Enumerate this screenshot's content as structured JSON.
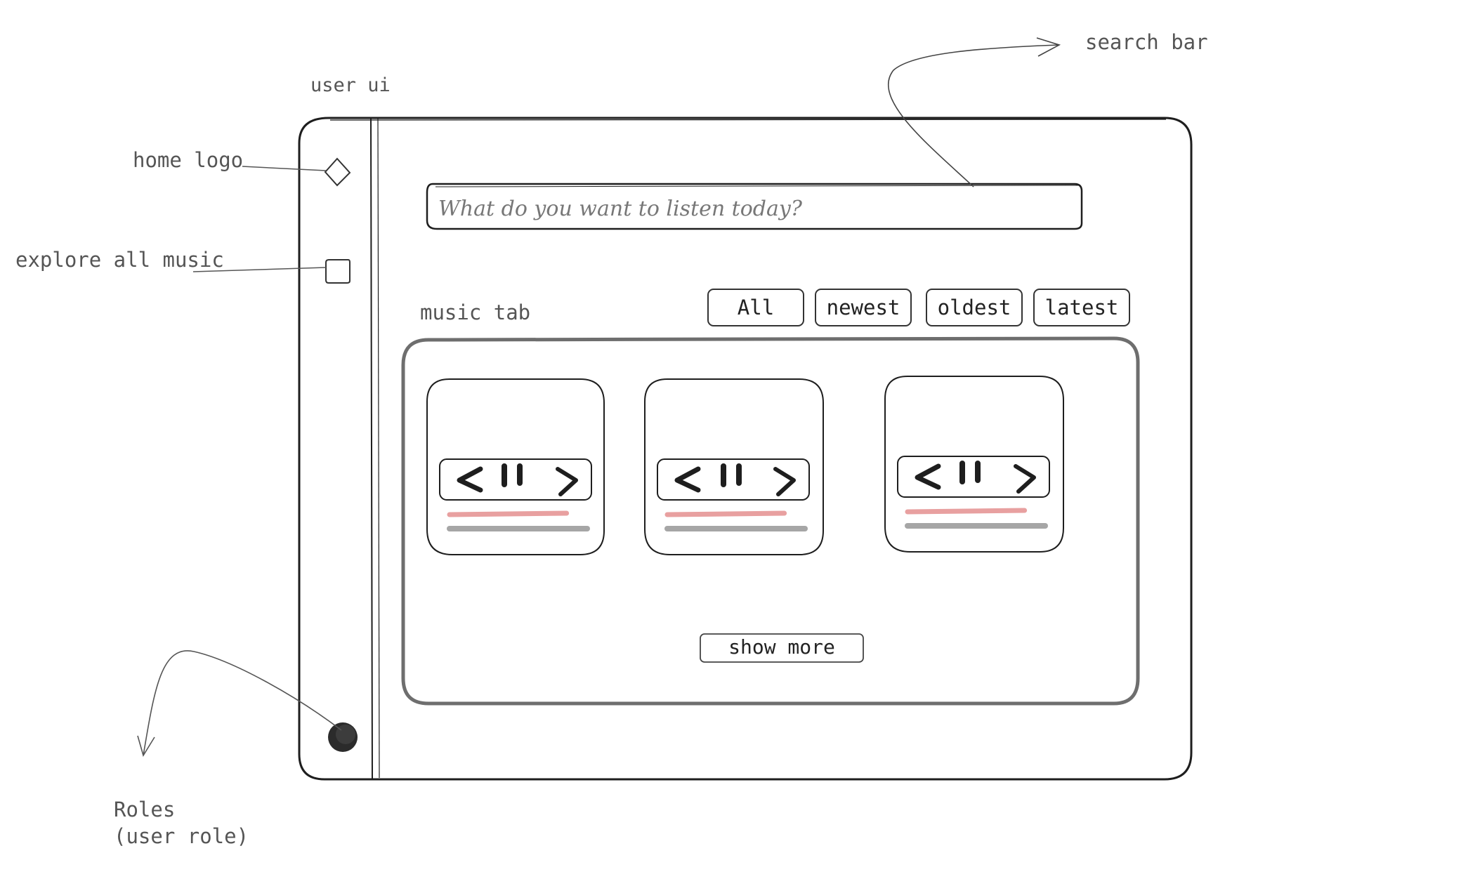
{
  "annotations": {
    "user_ui": "user ui",
    "search_bar": "search bar",
    "home_logo": "home logo",
    "explore_all_music": "explore all music",
    "music_tab": "music tab",
    "roles_line1": "Roles",
    "roles_line2": "(user role)"
  },
  "search": {
    "placeholder": "What do you want to listen today?"
  },
  "filters": [
    "All",
    "newest",
    "oldest",
    "latest"
  ],
  "music_tab": {
    "show_more_label": "show more",
    "cards": [
      {
        "progress": 0.85
      },
      {
        "progress": 0.85
      },
      {
        "progress": 0.85
      }
    ]
  },
  "colors": {
    "stroke": "#1e1e1e",
    "progress_fill": "#e8a0a0",
    "progress_track": "#a6a6a6",
    "avatar": "#2b2b2b"
  },
  "icons": {
    "home": "diamond-icon",
    "explore": "square-icon",
    "avatar": "avatar-circle",
    "prev": "chevron-left-icon",
    "pause": "pause-icon",
    "next": "chevron-right-icon"
  }
}
